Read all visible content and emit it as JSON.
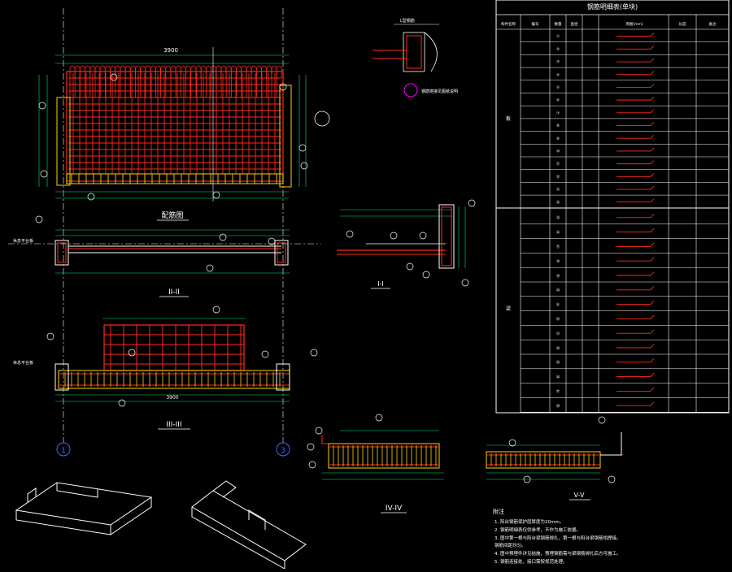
{
  "colors": {
    "background": "#000000",
    "rebar": "#ff2a1a",
    "line": "#ffffff",
    "dim": "#00e676",
    "accent": "#ffd400",
    "axis": "#3d6bff",
    "callout": "#ff00ff"
  },
  "views": {
    "plan_title": "配筋图",
    "section2_title": "II-II",
    "section3_title": "III-III",
    "section1_title": "I-I",
    "section4_title": "IV-IV",
    "section5_title": "V-V",
    "left_tag_a": "休息平台板",
    "left_tag_b": "休息平台板",
    "axis_1": "1",
    "axis_3": "3",
    "top_dim": "3900",
    "bottom_dim": "3900",
    "callout_note": "钢筋搭接见图纸说明",
    "detail_label": "L型钢筋"
  },
  "table": {
    "title": "钢筋明细表(单块)",
    "headers": [
      "构件名称",
      "编号",
      "数量",
      "直径",
      "简图(mm)",
      "长度",
      "备注"
    ],
    "group_a": "板",
    "group_b": "梁",
    "rows_a": [
      "①",
      "②",
      "③",
      "④",
      "⑤",
      "⑥",
      "⑦",
      "⑧",
      "⑨",
      "⑩",
      "⑪",
      "⑫",
      "⑬",
      "⑭"
    ],
    "rows_b": [
      "⑮",
      "⑯",
      "⑰",
      "⑱",
      "⑲",
      "⑳",
      "㉑",
      "㉒",
      "㉓",
      "㉔",
      "㉕",
      "㉖",
      "㉗",
      "㉘"
    ]
  },
  "notes": {
    "heading": "附注",
    "items": [
      "1. 阳台钢筋保护层厚度为20mm。",
      "2. 钢筋明细表仅供参考，不作为施工依据。",
      "3. 图中第一根与阳台梁钢筋绑扎，第一根与阳台梁钢筋相焊接。",
      "   钢筋间距均匀。",
      "4. 图中预埋件详见结施，预埋钢筋需与梁钢筋绑扎后方可施工。",
      "5. 钢筋连接处，接口需按规范处理。"
    ]
  }
}
